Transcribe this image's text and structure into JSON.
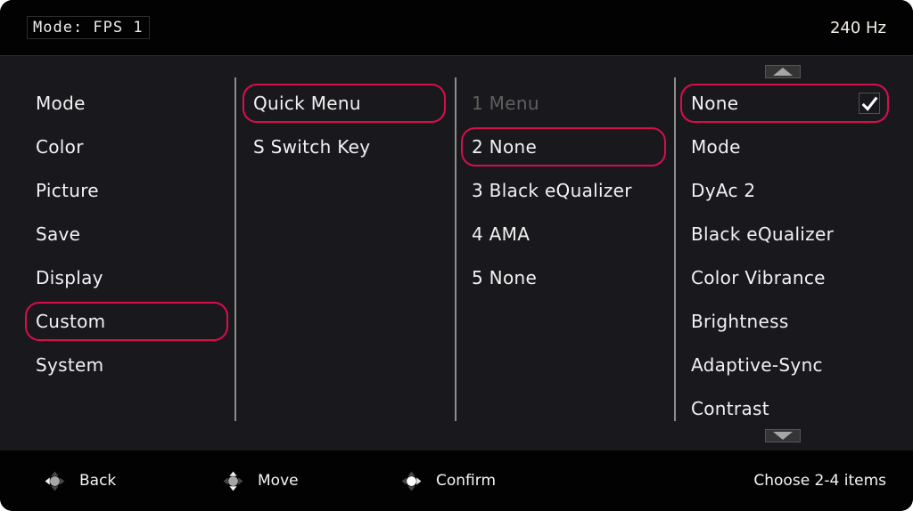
{
  "header": {
    "mode": "Mode: FPS 1",
    "refresh_rate": "240 Hz"
  },
  "sidebar": {
    "items": [
      {
        "label": "Mode",
        "selected": false
      },
      {
        "label": "Color",
        "selected": false
      },
      {
        "label": "Picture",
        "selected": false
      },
      {
        "label": "Save",
        "selected": false
      },
      {
        "label": "Display",
        "selected": false
      },
      {
        "label": "Custom",
        "selected": true
      },
      {
        "label": "System",
        "selected": false
      }
    ]
  },
  "submenu": {
    "items": [
      {
        "label": "Quick Menu",
        "selected": true
      },
      {
        "label": "S Switch Key",
        "selected": false
      }
    ]
  },
  "slots": {
    "items": [
      {
        "label": "1 Menu",
        "disabled": true,
        "selected": false
      },
      {
        "label": "2 None",
        "disabled": false,
        "selected": true
      },
      {
        "label": "3 Black eQualizer",
        "disabled": false,
        "selected": false
      },
      {
        "label": "4 AMA",
        "disabled": false,
        "selected": false
      },
      {
        "label": "5 None",
        "disabled": false,
        "selected": false
      }
    ]
  },
  "options": {
    "items": [
      {
        "label": "None",
        "selected": true,
        "checked": true
      },
      {
        "label": "Mode",
        "selected": false,
        "checked": false
      },
      {
        "label": "DyAc 2",
        "selected": false,
        "checked": false
      },
      {
        "label": "Black eQualizer",
        "selected": false,
        "checked": false
      },
      {
        "label": "Color Vibrance",
        "selected": false,
        "checked": false
      },
      {
        "label": "Brightness",
        "selected": false,
        "checked": false
      },
      {
        "label": "Adaptive-Sync",
        "selected": false,
        "checked": false
      },
      {
        "label": "Contrast",
        "selected": false,
        "checked": false
      }
    ]
  },
  "footer": {
    "back_label": "Back",
    "move_label": "Move",
    "confirm_label": "Confirm",
    "hint": "Choose 2-4 items"
  },
  "colors": {
    "accent": "#d80e4a",
    "body_background": "#19191d",
    "bar_background": "#020202",
    "text": "#f2f2f2",
    "disabled_text": "#5f5f5f",
    "divider": "#8c8c8c"
  }
}
